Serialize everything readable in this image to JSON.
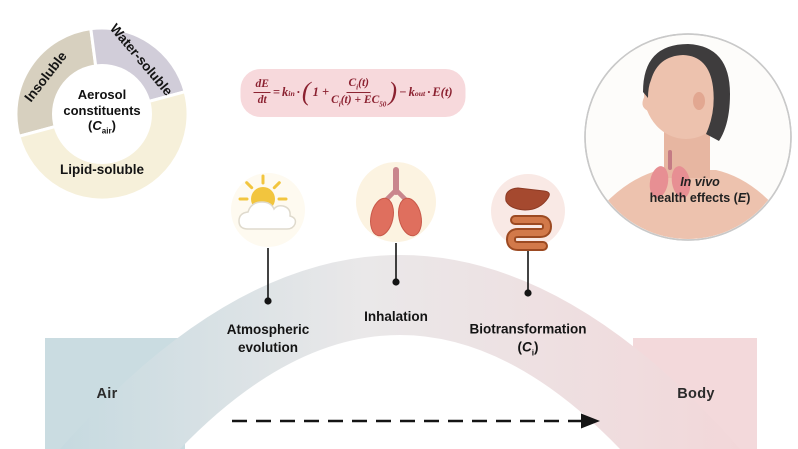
{
  "pie": {
    "segments": [
      {
        "label": "Insoluble"
      },
      {
        "label": "Water-soluble"
      },
      {
        "label": "Lipid-soluble"
      }
    ],
    "center": {
      "line1": "Aerosol",
      "line2": "constituents",
      "sym_open": "(",
      "symbol": "C",
      "symbol_sub": "air",
      "sym_close": ")"
    }
  },
  "equation": {
    "lhs_num": "dE",
    "lhs_den": "dt",
    "equals": "=",
    "k_in_base": "k",
    "k_in_sub": "in",
    "cdot1": "·",
    "lparen": "(",
    "one_plus": "1 +",
    "num_C": "C",
    "num_C_sub": "i",
    "num_arg": "(t)",
    "den_C": "C",
    "den_C_sub": "i",
    "den_arg": "(t)",
    "den_plus": "+",
    "den_EC": "EC",
    "den_EC_sub": "50",
    "rparen": ")",
    "minus": "−",
    "k_out_base": "k",
    "k_out_sub": "out",
    "cdot2": "·",
    "E_base": "E",
    "E_arg": "(t)"
  },
  "person": {
    "label_line1": "In vivo",
    "label_line2_pre": "health effects (",
    "label_E": "E",
    "label_close": ")"
  },
  "stages": [
    {
      "icon": "sun-cloud-icon",
      "line1": "Atmospheric",
      "line2": "evolution"
    },
    {
      "icon": "lungs-icon",
      "line1": "Inhalation"
    },
    {
      "icon": "liver-intestine-icon",
      "line1": "Biotransformation",
      "sym_open": "(",
      "symbol": "C",
      "symbol_sub": "i",
      "sym_close": ")"
    }
  ],
  "flow": {
    "left_label": "Air",
    "right_label": "Body"
  },
  "colors": {
    "pie_insoluble": "#d7d0bf",
    "pie_water_soluble": "#d1cdd9",
    "pie_lipid_soluble": "#f6f0da",
    "equation_bg": "#f7d9dc",
    "equation_text": "#8b2130",
    "band_left": "#c6dae0",
    "band_mid": "#eae8e9",
    "band_right": "#f2d7d9",
    "air_box": "#cadce1",
    "body_box": "#f3d9db"
  }
}
